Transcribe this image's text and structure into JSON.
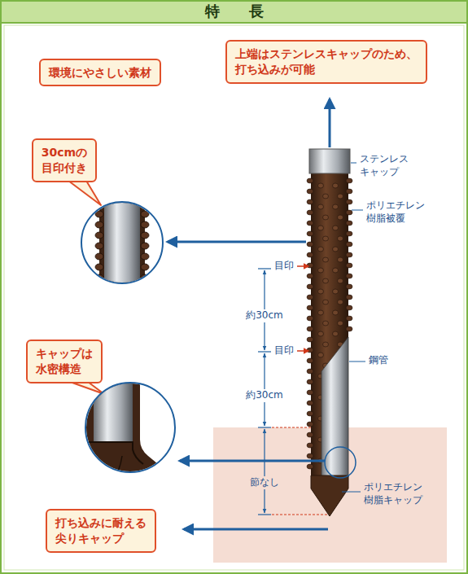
{
  "diagram": {
    "title": "特　　長",
    "nodes": [
      {
        "text": [
          "環境にやさしい素材"
        ]
      },
      {
        "text": [
          "上端はステンレスキャップのため、 打ち込みが可能"
        ]
      },
      {
        "text": [
          "30cmの 目印付き"
        ]
      },
      {
        "text": [
          "キャップは 水密構造"
        ]
      },
      {
        "text": [
          "打ち込みに耐える 尖りキャップ"
        ]
      }
    ],
    "labels": [
      "ステンレス キャップ",
      "ポリエチレン 樹脂被覆",
      "目印",
      "約30cm",
      "目印",
      "約30cm",
      "鋼管",
      "節なし",
      "ポリエチレン 樹脂キャップ"
    ]
  }
}
